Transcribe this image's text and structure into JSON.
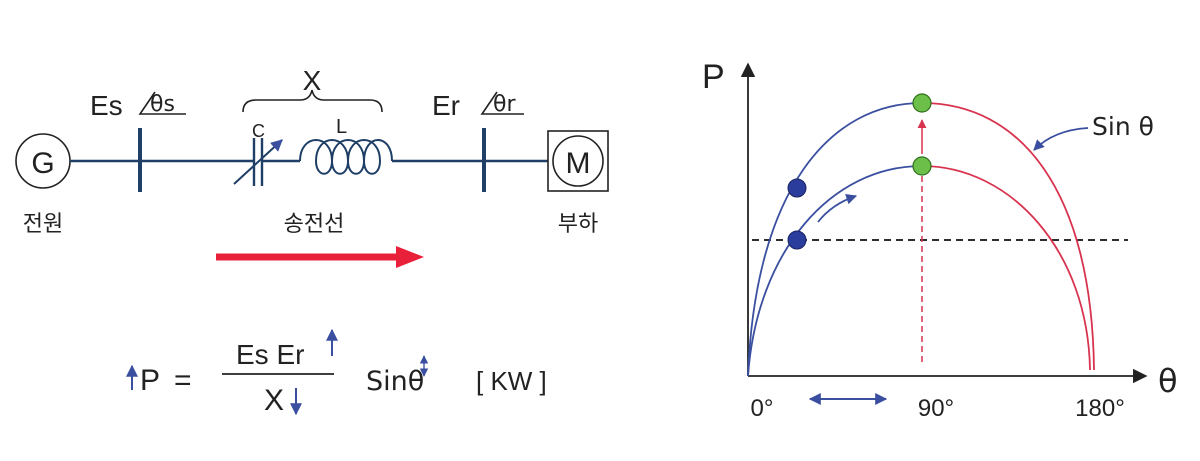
{
  "circuit": {
    "generator_symbol": "G",
    "motor_symbol": "M",
    "sending_voltage": "Es",
    "sending_angle": "θs",
    "receiving_voltage": "Er",
    "receiving_angle": "θr",
    "reactance": "X",
    "capacitor": "C",
    "inductor": "L",
    "source_label": "전원",
    "line_label": "송전선",
    "load_label": "부하"
  },
  "formula": {
    "lhs": "P",
    "equals": "=",
    "numerator": "Es Er",
    "denominator": "X",
    "sine": "Sinθ",
    "unit": "[ KW ]"
  },
  "graph": {
    "y_axis_label": "P",
    "x_axis_label": "θ",
    "curve_label": "Sin θ",
    "x_ticks": [
      "0°",
      "90°",
      "180°"
    ]
  },
  "colors": {
    "line": "#1f3f66",
    "blue_curve": "#3a4fa0",
    "red_curve": "#d8344f",
    "power_arrow": "#e8203a",
    "blue_point": "#2b3d9c",
    "green_point": "#6cc04a",
    "dashed": "#111111"
  }
}
